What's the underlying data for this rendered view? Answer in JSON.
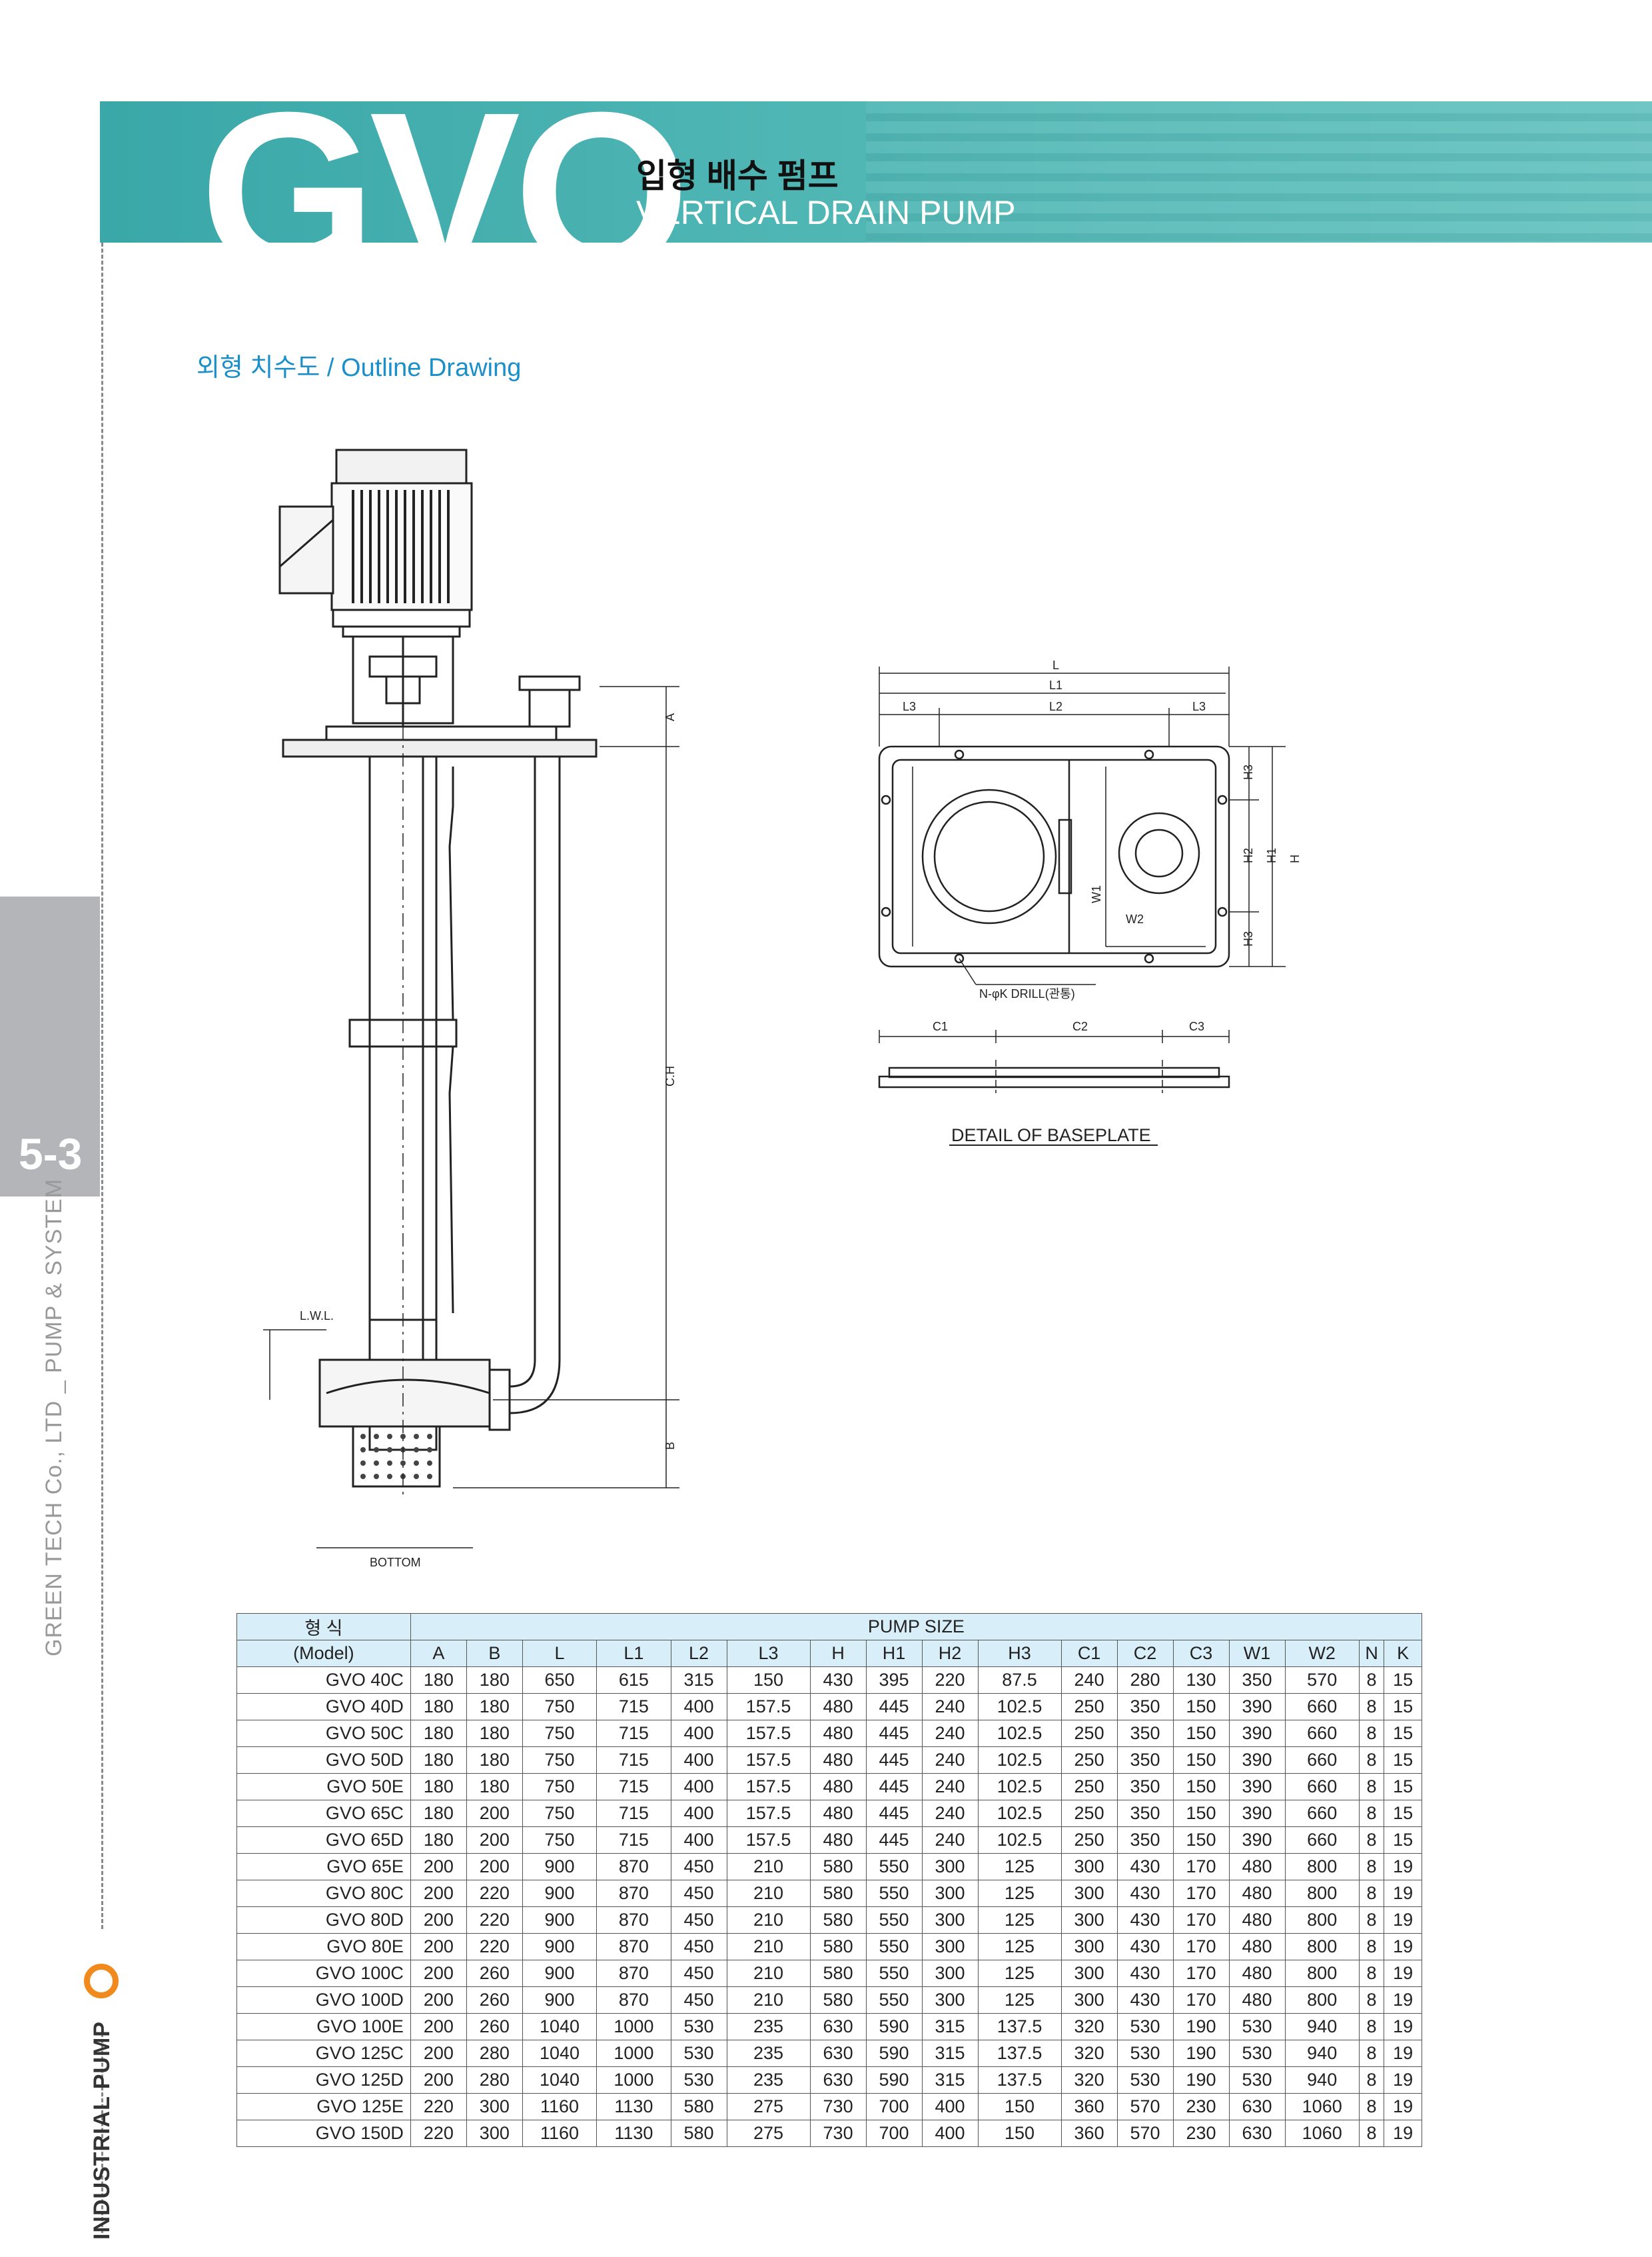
{
  "header": {
    "logo_text": "GVO",
    "title_ko": "입형 배수 펌프",
    "title_en": "VERTICAL DRAIN PUMP",
    "banner_color": "#4fb6b4"
  },
  "side": {
    "section_number": "5-3",
    "company": "GREEN TECH Co., LTD _ PUMP & SYSTEM",
    "category": "INDUSTRIAL PUMP",
    "accent_color": "#f08a1c"
  },
  "section_heading": "외형 치수도 / Outline Drawing",
  "pump_drawing": {
    "labels": {
      "a": "A",
      "ch": "C.H",
      "b": "B",
      "lwl": "L.W.L.",
      "bottom": "BOTTOM"
    }
  },
  "baseplate_drawing": {
    "labels": {
      "l": "L",
      "l1": "L1",
      "l2": "L2",
      "l3_left": "L3",
      "l3_right": "L3",
      "h": "H",
      "h1": "H1",
      "h2": "H2",
      "h3_top": "H3",
      "h3_bottom": "H3",
      "w1": "W1",
      "w2": "W2",
      "drill": "N-φK DRILL(관통)",
      "c1": "C1",
      "c2": "C2",
      "c3": "C3",
      "caption": "DETAIL OF BASEPLATE"
    }
  },
  "table": {
    "model_header_ko": "형 식",
    "model_header_en": "(Model)",
    "group_header": "PUMP SIZE",
    "columns": [
      "A",
      "B",
      "L",
      "L1",
      "L2",
      "L3",
      "H",
      "H1",
      "H2",
      "H3",
      "C1",
      "C2",
      "C3",
      "W1",
      "W2",
      "N",
      "K"
    ],
    "rows": [
      [
        "GVO 40C",
        "180",
        "180",
        "650",
        "615",
        "315",
        "150",
        "430",
        "395",
        "220",
        "87.5",
        "240",
        "280",
        "130",
        "350",
        "570",
        "8",
        "15"
      ],
      [
        "GVO 40D",
        "180",
        "180",
        "750",
        "715",
        "400",
        "157.5",
        "480",
        "445",
        "240",
        "102.5",
        "250",
        "350",
        "150",
        "390",
        "660",
        "8",
        "15"
      ],
      [
        "GVO 50C",
        "180",
        "180",
        "750",
        "715",
        "400",
        "157.5",
        "480",
        "445",
        "240",
        "102.5",
        "250",
        "350",
        "150",
        "390",
        "660",
        "8",
        "15"
      ],
      [
        "GVO 50D",
        "180",
        "180",
        "750",
        "715",
        "400",
        "157.5",
        "480",
        "445",
        "240",
        "102.5",
        "250",
        "350",
        "150",
        "390",
        "660",
        "8",
        "15"
      ],
      [
        "GVO 50E",
        "180",
        "180",
        "750",
        "715",
        "400",
        "157.5",
        "480",
        "445",
        "240",
        "102.5",
        "250",
        "350",
        "150",
        "390",
        "660",
        "8",
        "15"
      ],
      [
        "GVO 65C",
        "180",
        "200",
        "750",
        "715",
        "400",
        "157.5",
        "480",
        "445",
        "240",
        "102.5",
        "250",
        "350",
        "150",
        "390",
        "660",
        "8",
        "15"
      ],
      [
        "GVO 65D",
        "180",
        "200",
        "750",
        "715",
        "400",
        "157.5",
        "480",
        "445",
        "240",
        "102.5",
        "250",
        "350",
        "150",
        "390",
        "660",
        "8",
        "15"
      ],
      [
        "GVO 65E",
        "200",
        "200",
        "900",
        "870",
        "450",
        "210",
        "580",
        "550",
        "300",
        "125",
        "300",
        "430",
        "170",
        "480",
        "800",
        "8",
        "19"
      ],
      [
        "GVO 80C",
        "200",
        "220",
        "900",
        "870",
        "450",
        "210",
        "580",
        "550",
        "300",
        "125",
        "300",
        "430",
        "170",
        "480",
        "800",
        "8",
        "19"
      ],
      [
        "GVO 80D",
        "200",
        "220",
        "900",
        "870",
        "450",
        "210",
        "580",
        "550",
        "300",
        "125",
        "300",
        "430",
        "170",
        "480",
        "800",
        "8",
        "19"
      ],
      [
        "GVO 80E",
        "200",
        "220",
        "900",
        "870",
        "450",
        "210",
        "580",
        "550",
        "300",
        "125",
        "300",
        "430",
        "170",
        "480",
        "800",
        "8",
        "19"
      ],
      [
        "GVO 100C",
        "200",
        "260",
        "900",
        "870",
        "450",
        "210",
        "580",
        "550",
        "300",
        "125",
        "300",
        "430",
        "170",
        "480",
        "800",
        "8",
        "19"
      ],
      [
        "GVO 100D",
        "200",
        "260",
        "900",
        "870",
        "450",
        "210",
        "580",
        "550",
        "300",
        "125",
        "300",
        "430",
        "170",
        "480",
        "800",
        "8",
        "19"
      ],
      [
        "GVO 100E",
        "200",
        "260",
        "1040",
        "1000",
        "530",
        "235",
        "630",
        "590",
        "315",
        "137.5",
        "320",
        "530",
        "190",
        "530",
        "940",
        "8",
        "19"
      ],
      [
        "GVO 125C",
        "200",
        "280",
        "1040",
        "1000",
        "530",
        "235",
        "630",
        "590",
        "315",
        "137.5",
        "320",
        "530",
        "190",
        "530",
        "940",
        "8",
        "19"
      ],
      [
        "GVO 125D",
        "200",
        "280",
        "1040",
        "1000",
        "530",
        "235",
        "630",
        "590",
        "315",
        "137.5",
        "320",
        "530",
        "190",
        "530",
        "940",
        "8",
        "19"
      ],
      [
        "GVO 125E",
        "220",
        "300",
        "1160",
        "1130",
        "580",
        "275",
        "730",
        "700",
        "400",
        "150",
        "360",
        "570",
        "230",
        "630",
        "1060",
        "8",
        "19"
      ],
      [
        "GVO 150D",
        "220",
        "300",
        "1160",
        "1130",
        "580",
        "275",
        "730",
        "700",
        "400",
        "150",
        "360",
        "570",
        "230",
        "630",
        "1060",
        "8",
        "19"
      ]
    ]
  }
}
